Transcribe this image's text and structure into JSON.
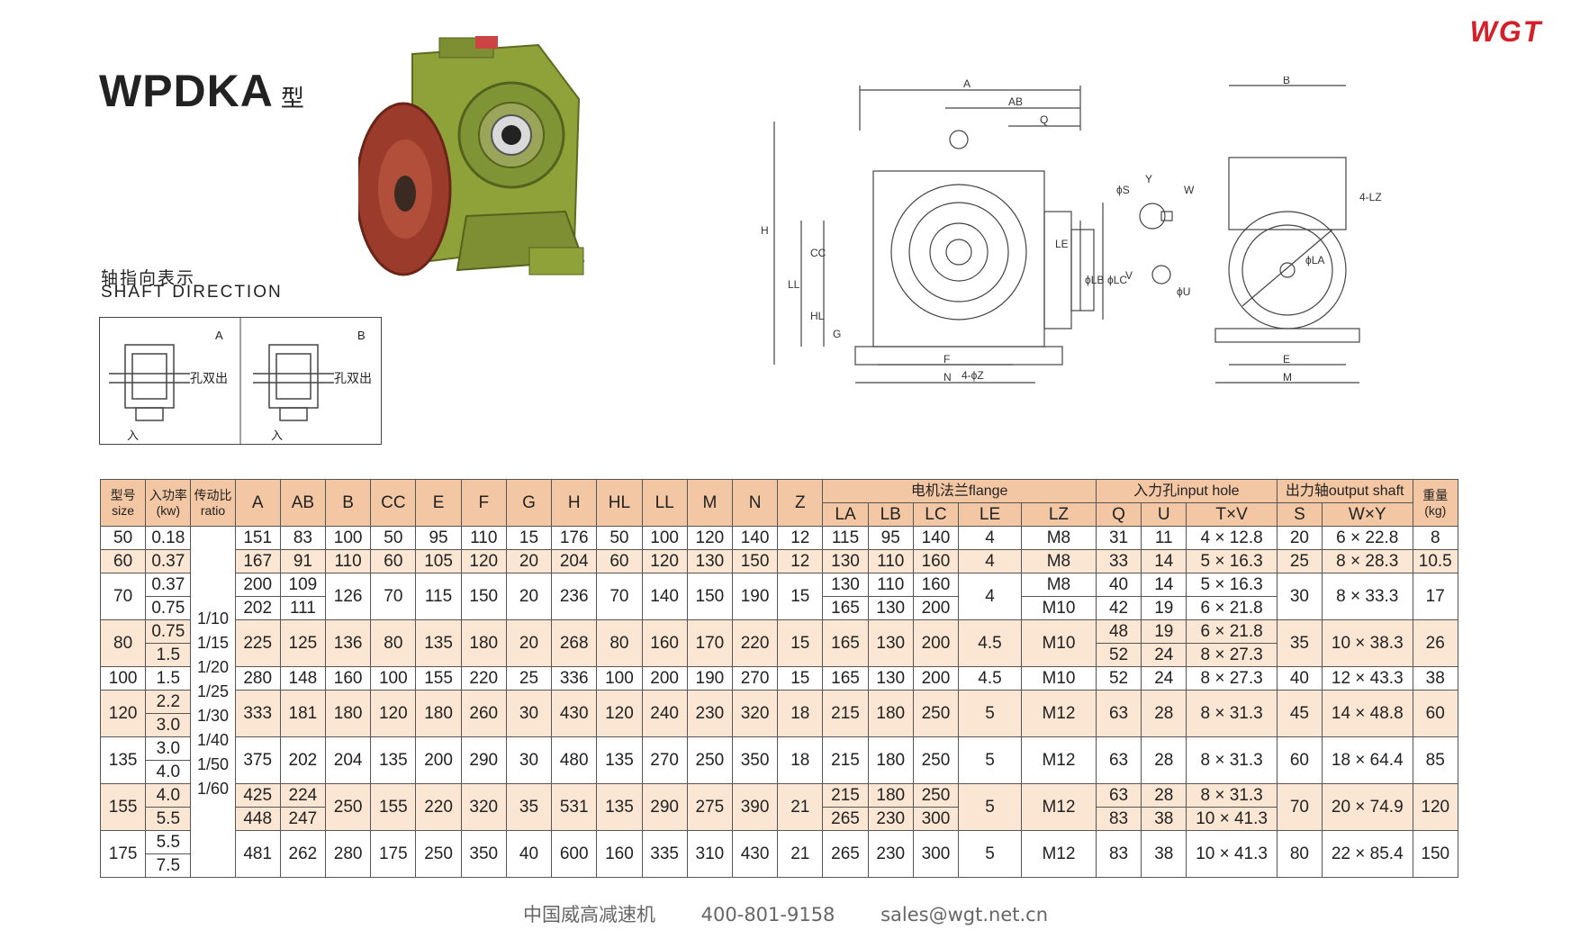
{
  "brand": "WGT",
  "model": {
    "name": "WPDKA",
    "suffix": "型"
  },
  "shaft_direction": {
    "cn": "轴指向表示",
    "en": "SHAFT DIRECTION",
    "label_a": "A",
    "label_b": "B",
    "note": "孔双出",
    "in_label": "入"
  },
  "drawing_labels": [
    "A",
    "AB",
    "Q",
    "H",
    "CC",
    "LL",
    "HL",
    "G",
    "F",
    "N",
    "4-ϕZ",
    "LE",
    "ϕLB",
    "ϕLC",
    "ϕS",
    "Y",
    "W",
    "V",
    "ϕU",
    "B",
    "4-LZ",
    "ϕLA",
    "E",
    "M"
  ],
  "table": {
    "headers": {
      "size": "型号\nsize",
      "kw": "入功率\n(kw)",
      "ratio": "传动比\nratio",
      "A": "A",
      "AB": "AB",
      "B": "B",
      "CC": "CC",
      "E": "E",
      "F": "F",
      "G": "G",
      "H": "H",
      "HL": "HL",
      "LL": "LL",
      "M": "M",
      "N": "N",
      "Z": "Z",
      "flange": "电机法兰flange",
      "LA": "LA",
      "LB": "LB",
      "LC": "LC",
      "LE": "LE",
      "LZ": "LZ",
      "input": "入力孔input hole",
      "Q": "Q",
      "U": "U",
      "TV": "T×V",
      "output": "出力轴output shaft",
      "S": "S",
      "WY": "W×Y",
      "weight": "重量\n(kg)"
    },
    "ratio_values": [
      "1/10",
      "1/15",
      "1/20",
      "1/25",
      "1/30",
      "1/40",
      "1/50",
      "1/60"
    ],
    "groups": [
      {
        "shade": false,
        "rows": [
          [
            "50",
            "0.18",
            "151",
            "83",
            "100",
            "50",
            "95",
            "110",
            "15",
            "176",
            "50",
            "100",
            "120",
            "140",
            "12",
            "115",
            "95",
            "140",
            "4",
            "M8",
            "31",
            "11",
            "4 × 12.8",
            "20",
            "6 × 22.8",
            "8"
          ]
        ]
      },
      {
        "shade": true,
        "rows": [
          [
            "60",
            "0.37",
            "167",
            "91",
            "110",
            "60",
            "105",
            "120",
            "20",
            "204",
            "60",
            "120",
            "130",
            "150",
            "12",
            "130",
            "110",
            "160",
            "4",
            "M8",
            "33",
            "14",
            "5 × 16.3",
            "25",
            "8 × 28.3",
            "10.5"
          ]
        ]
      },
      {
        "shade": false,
        "rows": [
          [
            "70",
            "0.37",
            "200",
            "109",
            "126",
            "70",
            "115",
            "150",
            "20",
            "236",
            "70",
            "140",
            "150",
            "190",
            "15",
            "130",
            "110",
            "160",
            "4",
            "M8",
            "40",
            "14",
            "5 × 16.3",
            "30",
            "8 × 33.3",
            "17"
          ],
          [
            "",
            "0.75",
            "202",
            "111",
            "",
            "",
            "",
            "",
            "",
            "",
            "",
            "",
            "",
            "",
            "",
            "165",
            "130",
            "200",
            "",
            "M10",
            "42",
            "19",
            "6 × 21.8",
            "",
            "",
            ""
          ]
        ]
      },
      {
        "shade": true,
        "rows": [
          [
            "80",
            "0.75",
            "225",
            "125",
            "136",
            "80",
            "135",
            "180",
            "20",
            "268",
            "80",
            "160",
            "170",
            "220",
            "15",
            "165",
            "130",
            "200",
            "4.5",
            "M10",
            "48",
            "19",
            "6 × 21.8",
            "35",
            "10 × 38.3",
            "26"
          ],
          [
            "",
            "1.5",
            "",
            "",
            "",
            "",
            "",
            "",
            "",
            "",
            "",
            "",
            "",
            "",
            "",
            "",
            "",
            "",
            "",
            "",
            "52",
            "24",
            "8 × 27.3",
            "",
            "",
            ""
          ]
        ]
      },
      {
        "shade": false,
        "rows": [
          [
            "100",
            "1.5",
            "280",
            "148",
            "160",
            "100",
            "155",
            "220",
            "25",
            "336",
            "100",
            "200",
            "190",
            "270",
            "15",
            "165",
            "130",
            "200",
            "4.5",
            "M10",
            "52",
            "24",
            "8 × 27.3",
            "40",
            "12 × 43.3",
            "38"
          ]
        ]
      },
      {
        "shade": true,
        "rows": [
          [
            "120",
            "2.2",
            "333",
            "181",
            "180",
            "120",
            "180",
            "260",
            "30",
            "430",
            "120",
            "240",
            "230",
            "320",
            "18",
            "215",
            "180",
            "250",
            "5",
            "M12",
            "63",
            "28",
            "8 × 31.3",
            "45",
            "14 × 48.8",
            "60"
          ],
          [
            "",
            "3.0",
            "",
            "",
            "",
            "",
            "",
            "",
            "",
            "",
            "",
            "",
            "",
            "",
            "",
            "",
            "",
            "",
            "",
            "",
            "",
            "",
            "",
            "",
            "",
            ""
          ]
        ]
      },
      {
        "shade": false,
        "rows": [
          [
            "135",
            "3.0",
            "375",
            "202",
            "204",
            "135",
            "200",
            "290",
            "30",
            "480",
            "135",
            "270",
            "250",
            "350",
            "18",
            "215",
            "180",
            "250",
            "5",
            "M12",
            "63",
            "28",
            "8 × 31.3",
            "60",
            "18 × 64.4",
            "85"
          ],
          [
            "",
            "4.0",
            "",
            "",
            "",
            "",
            "",
            "",
            "",
            "",
            "",
            "",
            "",
            "",
            "",
            "",
            "",
            "",
            "",
            "",
            "",
            "",
            "",
            "",
            "",
            ""
          ]
        ]
      },
      {
        "shade": true,
        "rows": [
          [
            "155",
            "4.0",
            "425",
            "224",
            "250",
            "155",
            "220",
            "320",
            "35",
            "531",
            "135",
            "290",
            "275",
            "390",
            "21",
            "215",
            "180",
            "250",
            "5",
            "M12",
            "63",
            "28",
            "8 × 31.3",
            "70",
            "20 × 74.9",
            "120"
          ],
          [
            "",
            "5.5",
            "448",
            "247",
            "",
            "",
            "",
            "",
            "",
            "",
            "",
            "",
            "",
            "",
            "",
            "265",
            "230",
            "300",
            "",
            "",
            "83",
            "38",
            "10 × 41.3",
            "",
            "",
            ""
          ]
        ]
      },
      {
        "shade": false,
        "rows": [
          [
            "175",
            "5.5",
            "481",
            "262",
            "280",
            "175",
            "250",
            "350",
            "40",
            "600",
            "160",
            "335",
            "310",
            "430",
            "21",
            "265",
            "230",
            "300",
            "5",
            "M12",
            "83",
            "38",
            "10 × 41.3",
            "80",
            "22 × 85.4",
            "150"
          ],
          [
            "",
            "7.5",
            "",
            "",
            "",
            "",
            "",
            "",
            "",
            "",
            "",
            "",
            "",
            "",
            "",
            "",
            "",
            "",
            "",
            "",
            "",
            "",
            "",
            "",
            "",
            ""
          ]
        ]
      }
    ]
  },
  "footer": {
    "company": "中国威高减速机",
    "phone": "400-801-9158",
    "email": "sales@wgt.net.cn"
  },
  "colors": {
    "brand_red": "#d4202a",
    "header_bg": "#f3c7a3",
    "row_shade": "#fbe6d3",
    "gear_green": "#8fa23a"
  }
}
